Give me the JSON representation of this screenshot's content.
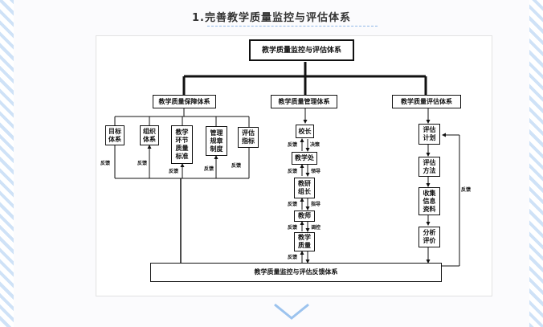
{
  "title": "1.完善教学质量监控与评估体系",
  "diagram": {
    "root": "教学质量监控与评估体系",
    "systems": {
      "guarantee": "教学质量保障体系",
      "management": "教学质量管理体系",
      "evaluation": "教学质量评估体系"
    },
    "guarantee_items": [
      "目标\n体系",
      "组织\n体系",
      "教学\n环节\n质量\n标准",
      "管理\n规章\n制度",
      "评估\n指标"
    ],
    "management_items": [
      "校长",
      "教学处",
      "教研\n组长",
      "教师",
      "教学\n质量"
    ],
    "evaluation_items": [
      "评估\n计划",
      "评估\n方法",
      "收集\n信息\n资料",
      "分析\n评价"
    ],
    "feedback_system": "教学质量监控与评估反馈体系",
    "labels": {
      "feedback": "反馈",
      "decision": "决策",
      "lead": "领导",
      "guide": "指导",
      "regulate": "调控"
    }
  }
}
